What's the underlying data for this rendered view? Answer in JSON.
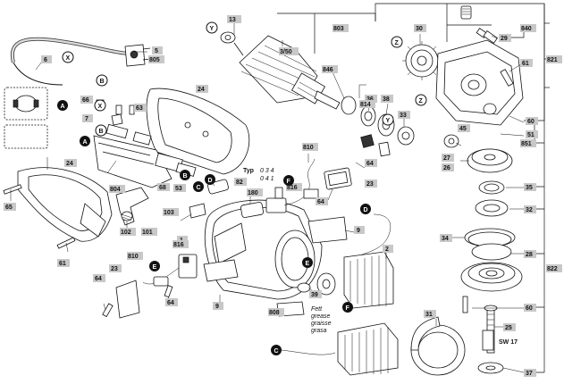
{
  "callouts": {
    "c13": "13",
    "c803": "803",
    "c3_50": "3/50",
    "c846": "846",
    "c30": "30",
    "c840": "840",
    "c29": "29",
    "c821": "821",
    "c6": "6",
    "c5": "5",
    "c805": "805",
    "c24a": "24",
    "c24b": "24",
    "c66": "66",
    "c63": "63",
    "c7": "7",
    "c36": "36",
    "c38": "38",
    "c814": "814",
    "c33": "33",
    "c61a": "61",
    "c61b": "61",
    "c60a": "60",
    "c60b": "60",
    "c51": "51",
    "c851": "851",
    "c45": "45",
    "c27": "27",
    "c26": "26",
    "c810a": "810",
    "c810b": "810",
    "c64a": "64",
    "c64b": "64",
    "c64c": "64",
    "c64d": "64",
    "c23a": "23",
    "c23b": "23",
    "c68": "68",
    "c53": "53",
    "c82": "82",
    "c180": "180",
    "c816a": "816",
    "c816b": "816",
    "c804": "804",
    "c65": "65",
    "c102": "102",
    "c101": "101",
    "c103": "103",
    "c9a": "9",
    "c9b": "9",
    "c2": "2",
    "c35": "35",
    "c32": "32",
    "c34": "34",
    "c28": "28",
    "c822": "822",
    "c1": "1",
    "c39": "39",
    "c808": "808",
    "c31": "31",
    "c25": "25",
    "c37": "37",
    "typ_label": "Typ",
    "typ_line1": "0 3 4",
    "typ_line2": "0 4 1",
    "fett1": "Fett",
    "fett2": "grease",
    "fett3": "graisse",
    "fett4": "grasa",
    "sw17": "SW 17"
  },
  "refs": {
    "Y1": "Y",
    "Y2": "Y",
    "Z1": "Z",
    "Z2": "Z",
    "X1": "X",
    "X2": "X",
    "A1": "A",
    "A2": "A",
    "B1": "B",
    "B2": "B",
    "B3": "B",
    "C1": "C",
    "C2": "C",
    "D1": "D",
    "D2": "D",
    "E1": "E",
    "E2": "E",
    "F1": "F",
    "F2": "F"
  }
}
